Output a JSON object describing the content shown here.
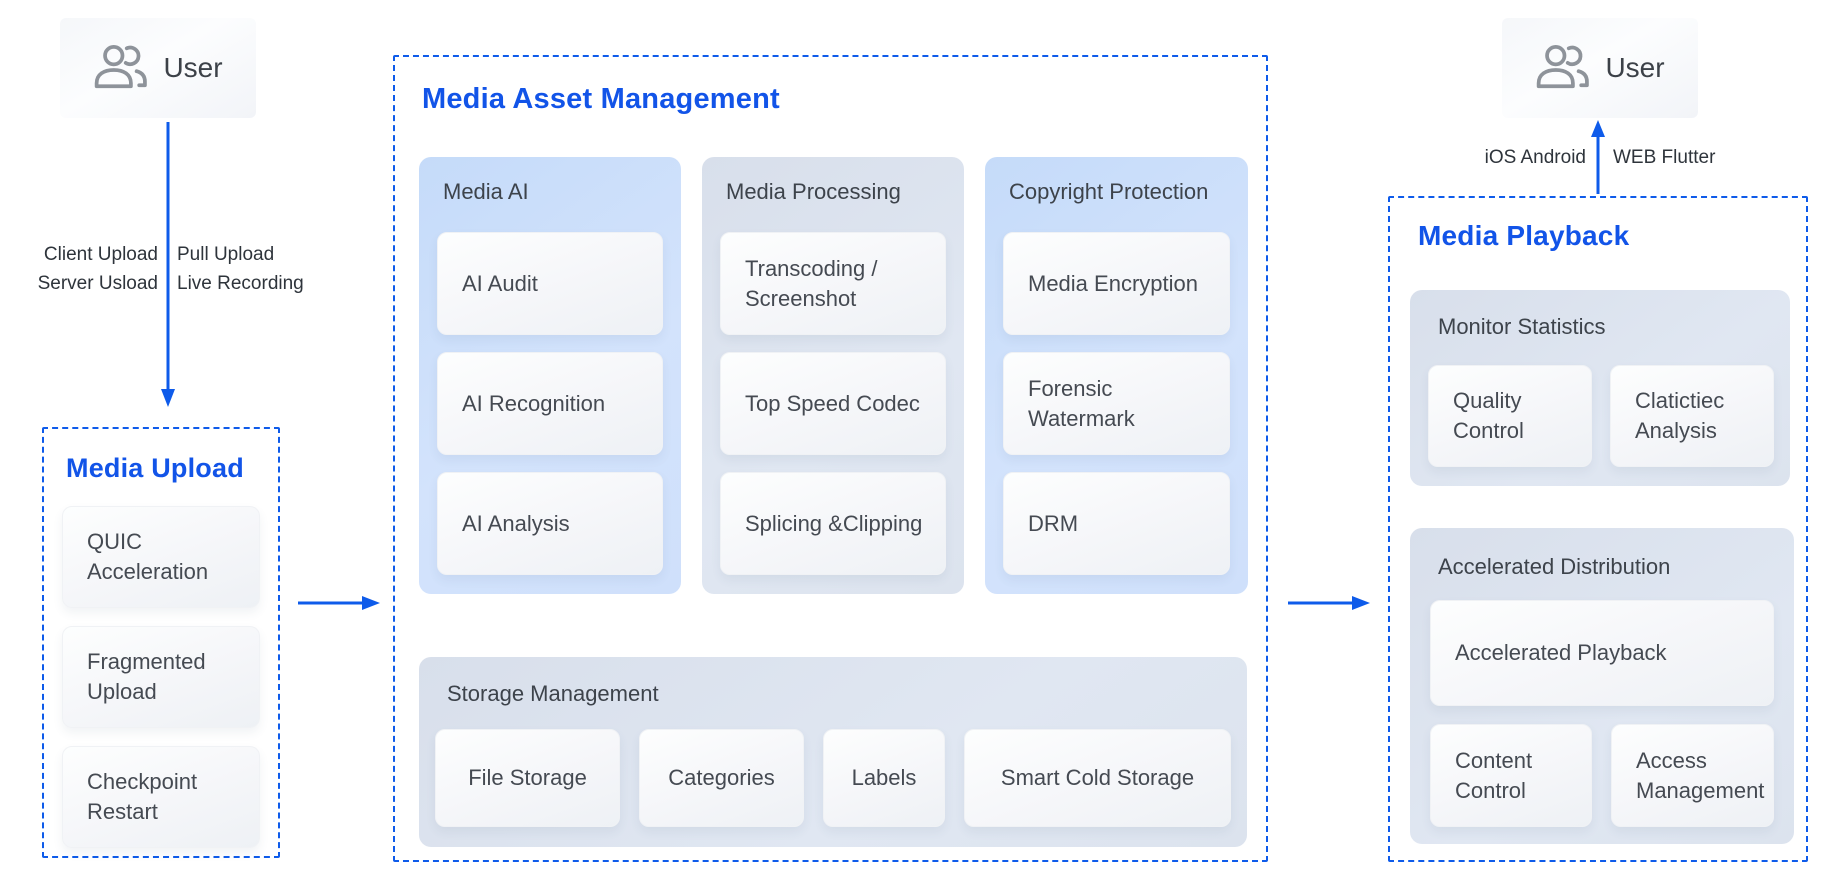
{
  "palette": {
    "accent_blue": "#1254e8",
    "line_blue": "#0e5bea",
    "panel_blue": "#cde0fb",
    "panel_gray": "#dde4ef",
    "card_bg": "#f7f8fa",
    "text_dark": "#454a52"
  },
  "users": {
    "left": {
      "label": "User"
    },
    "right": {
      "label": "User"
    }
  },
  "upload_flow": {
    "left_line1": "Client Upload",
    "left_line2": "Server Usload",
    "right_line1": "Pull Upload",
    "right_line2": "Live Recording"
  },
  "playback_flow": {
    "left_label": "iOS Android",
    "right_label": "WEB Flutter"
  },
  "media_upload": {
    "title": "Media Upload",
    "items": [
      "QUIC Acceleration",
      "Fragmented Upload",
      "Checkpoint Restart"
    ]
  },
  "mam": {
    "title": "Media Asset Management",
    "columns": [
      {
        "title": "Media AI",
        "items": [
          "AI Audit",
          "AI Recognition",
          "AI Analysis"
        ]
      },
      {
        "title": "Media Processing",
        "items": [
          "Transcoding / Screenshot",
          "Top Speed Codec",
          "Splicing &Clipping"
        ]
      },
      {
        "title": "Copyright Protection",
        "items": [
          "Media Encryption",
          "Forensic Watermark",
          "DRM"
        ]
      }
    ],
    "storage": {
      "title": "Storage Management",
      "items": [
        "File Storage",
        "Categories",
        "Labels",
        "Smart Cold Storage"
      ]
    }
  },
  "media_playback": {
    "title": "Media Playback",
    "monitor": {
      "title": "Monitor Statistics",
      "items": [
        "Quality Control",
        "Clatictiec Analysis"
      ]
    },
    "distribution": {
      "title": "Accelerated Distribution",
      "primary_item": "Accelerated Playback",
      "items": [
        "Content Control",
        "Access Management"
      ]
    }
  }
}
